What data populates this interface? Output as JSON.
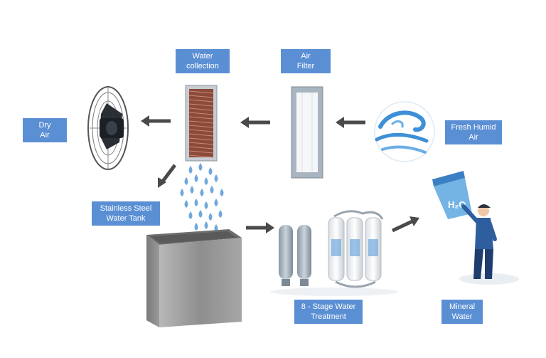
{
  "labels": {
    "water_collection": "Water\ncollection",
    "air_filter": "Air\nFilter",
    "dry_air": "Dry\nAir",
    "fresh_humid_air": "Fresh Humid\nAir",
    "stainless_steel_tank": "Stainless Steel\nWater Tank",
    "treatment": "8 - Stage Water\nTreatment",
    "mineral_water": "Mineral\nWater"
  },
  "glass_text": "H₂O",
  "colors": {
    "label_bg": "#5b8fd4",
    "label_text": "#ffffff",
    "arrow": "#4a4a4a",
    "droplet": "#6fa8dc",
    "steel": "#9a9a9a",
    "filter_frame": "#a8b4c0",
    "coil": "#8b4a3a"
  },
  "icons": [
    "fan-icon",
    "condenser-coil-icon",
    "air-filter-icon",
    "air-wave-icon",
    "water-droplets-icon",
    "steel-tank-icon",
    "pressure-vessels-icon",
    "filter-cartridges-icon",
    "person-drinking-icon"
  ]
}
